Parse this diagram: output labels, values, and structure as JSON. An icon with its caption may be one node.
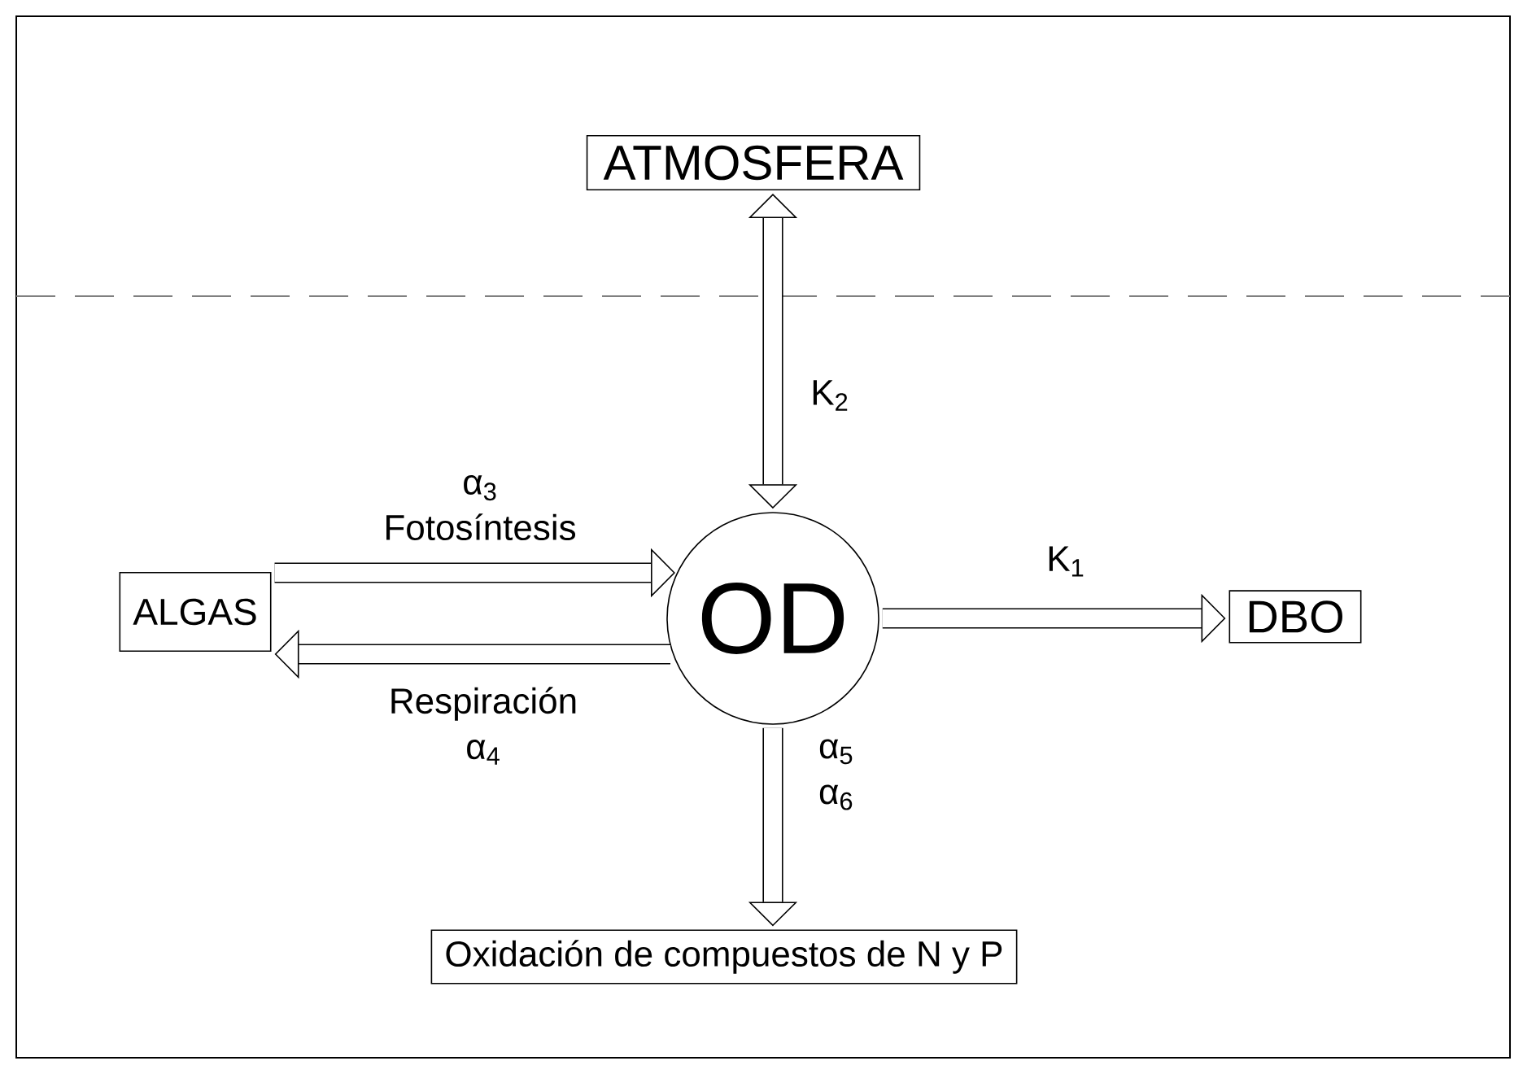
{
  "diagram": {
    "nodes": [
      {
        "text": [
          "ATMOSFERA"
        ]
      },
      {
        "text": [
          "ALGAS"
        ]
      },
      {
        "text": [
          "OD"
        ]
      },
      {
        "text": [
          "DBO"
        ]
      },
      {
        "text": [
          "Oxidación de compuestos de N y P"
        ]
      }
    ],
    "edges": [
      {
        "from": 0,
        "to": 2,
        "arrow": "both",
        "label": "K$_{2}$"
      },
      {
        "from": 1,
        "to": 2,
        "arrow": "to",
        "label": "α$_{3}$ Fotosíntesis"
      },
      {
        "from": 2,
        "to": 1,
        "arrow": "to",
        "label": "Respiración α$_{4}$"
      },
      {
        "from": 2,
        "to": 3,
        "arrow": "to",
        "label": "K$_{1}$"
      },
      {
        "from": 2,
        "to": 4,
        "arrow": "to",
        "label": "α$_{5}$ α$_{6}$"
      }
    ]
  }
}
